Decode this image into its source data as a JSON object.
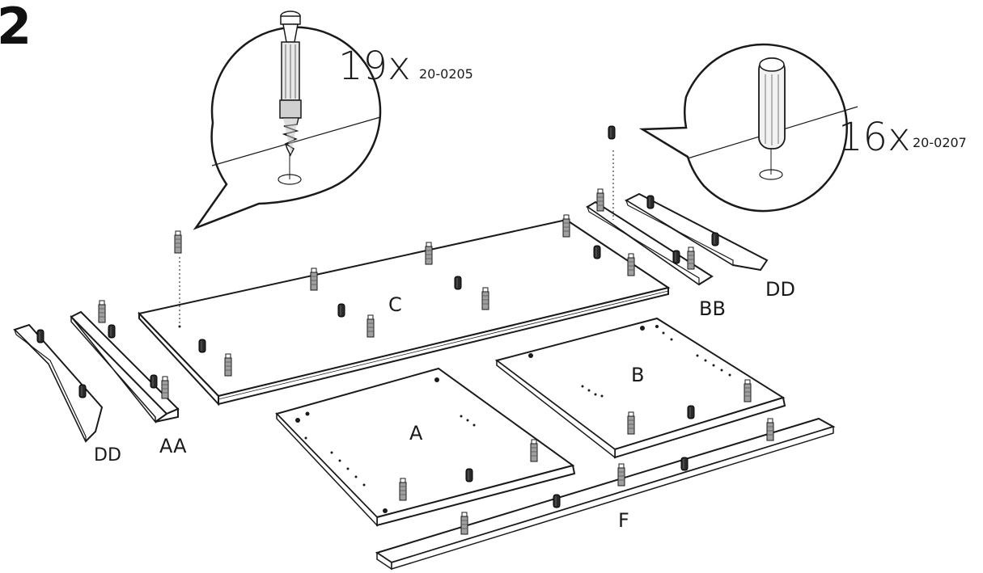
{
  "step_number": "2",
  "hardware": [
    {
      "quantity": "19x",
      "part_code": "20-0205",
      "icon": "cam-bolt-icon"
    },
    {
      "quantity": "16x",
      "part_code": "20-0207",
      "icon": "wood-dowel-icon"
    }
  ],
  "panels": {
    "C": "C",
    "A": "A",
    "B": "B",
    "F": "F",
    "AA": "AA",
    "BB": "BB",
    "DD_left": "DD",
    "DD_right": "DD"
  },
  "colors": {
    "line": "#1a1a1a",
    "bolt": "#9a9a9a",
    "dowel": "#2a2a2a",
    "panel": "#ffffff"
  }
}
